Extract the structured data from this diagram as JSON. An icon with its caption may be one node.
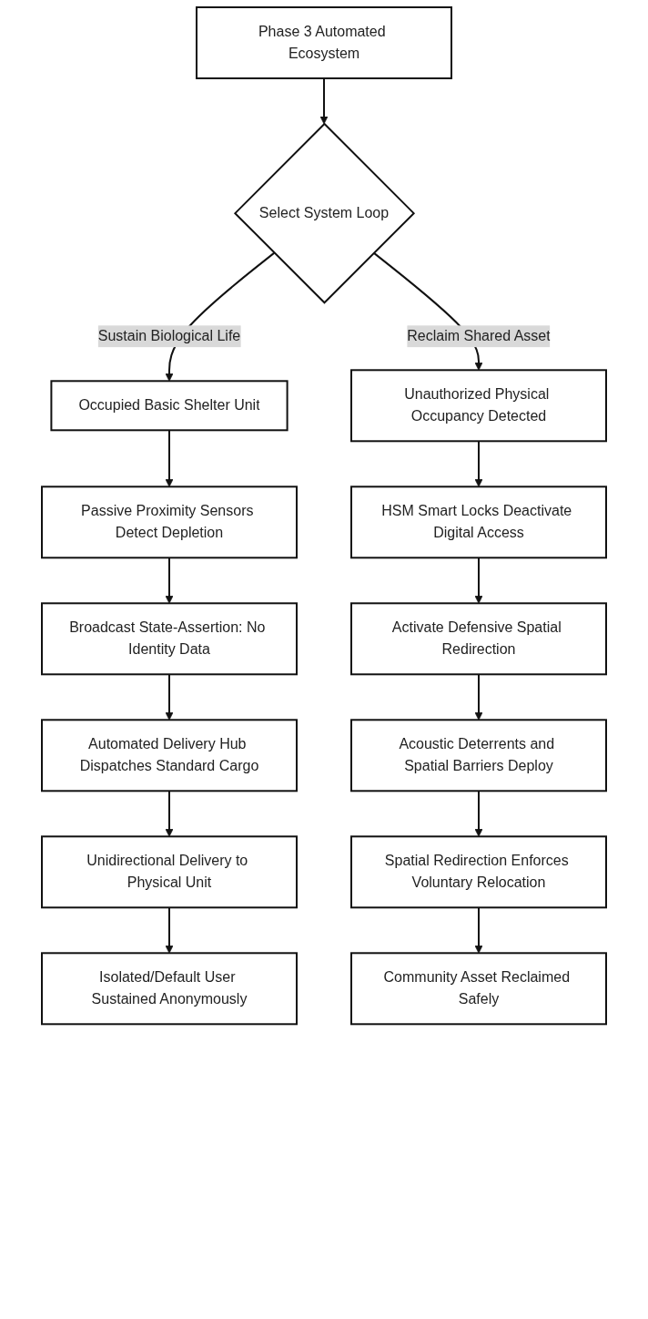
{
  "diagram": {
    "nodes": [
      {
        "text": [
          "Phase 3 Automated Ecosystem"
        ]
      },
      {
        "text": [
          "Select System Loop"
        ]
      },
      {
        "text": [
          "Occupied Basic Shelter Unit"
        ]
      },
      {
        "text": [
          "Passive Proximity Sensors Detect Depletion"
        ]
      },
      {
        "text": [
          "Broadcast State-Assertion: No Identity Data"
        ]
      },
      {
        "text": [
          "Automated Delivery Hub Dispatches Standard Cargo"
        ]
      },
      {
        "text": [
          "Unidirectional Delivery to Physical Unit"
        ]
      },
      {
        "text": [
          "Isolated/Default User Sustained Anonymously"
        ]
      },
      {
        "text": [
          "Unauthorized Physical Occupancy Detected"
        ]
      },
      {
        "text": [
          "HSM Smart Locks Deactivate Digital Access"
        ]
      },
      {
        "text": [
          "Activate Defensive Spatial Redirection"
        ]
      },
      {
        "text": [
          "Acoustic Deterrents and Spatial Barriers Deploy"
        ]
      },
      {
        "text": [
          "Spatial Redirection Enforces Voluntary Relocation"
        ]
      },
      {
        "text": [
          "Community Asset Reclaimed Safely"
        ]
      }
    ],
    "edges": [
      {
        "from": 0,
        "to": 1,
        "arrow": "to"
      },
      {
        "from": 1,
        "to": 2,
        "arrow": "to",
        "label": "Sustain Biological Life"
      },
      {
        "from": 2,
        "to": 3,
        "arrow": "to"
      },
      {
        "from": 3,
        "to": 4,
        "arrow": "to"
      },
      {
        "from": 4,
        "to": 5,
        "arrow": "to"
      },
      {
        "from": 5,
        "to": 6,
        "arrow": "to"
      },
      {
        "from": 6,
        "to": 7,
        "arrow": "to"
      },
      {
        "from": 1,
        "to": 8,
        "arrow": "to",
        "label": "Reclaim Shared Asset"
      },
      {
        "from": 8,
        "to": 9,
        "arrow": "to"
      },
      {
        "from": 9,
        "to": 10,
        "arrow": "to"
      },
      {
        "from": 10,
        "to": 11,
        "arrow": "to"
      },
      {
        "from": 11,
        "to": 12,
        "arrow": "to"
      },
      {
        "from": 12,
        "to": 13,
        "arrow": "to"
      }
    ]
  }
}
